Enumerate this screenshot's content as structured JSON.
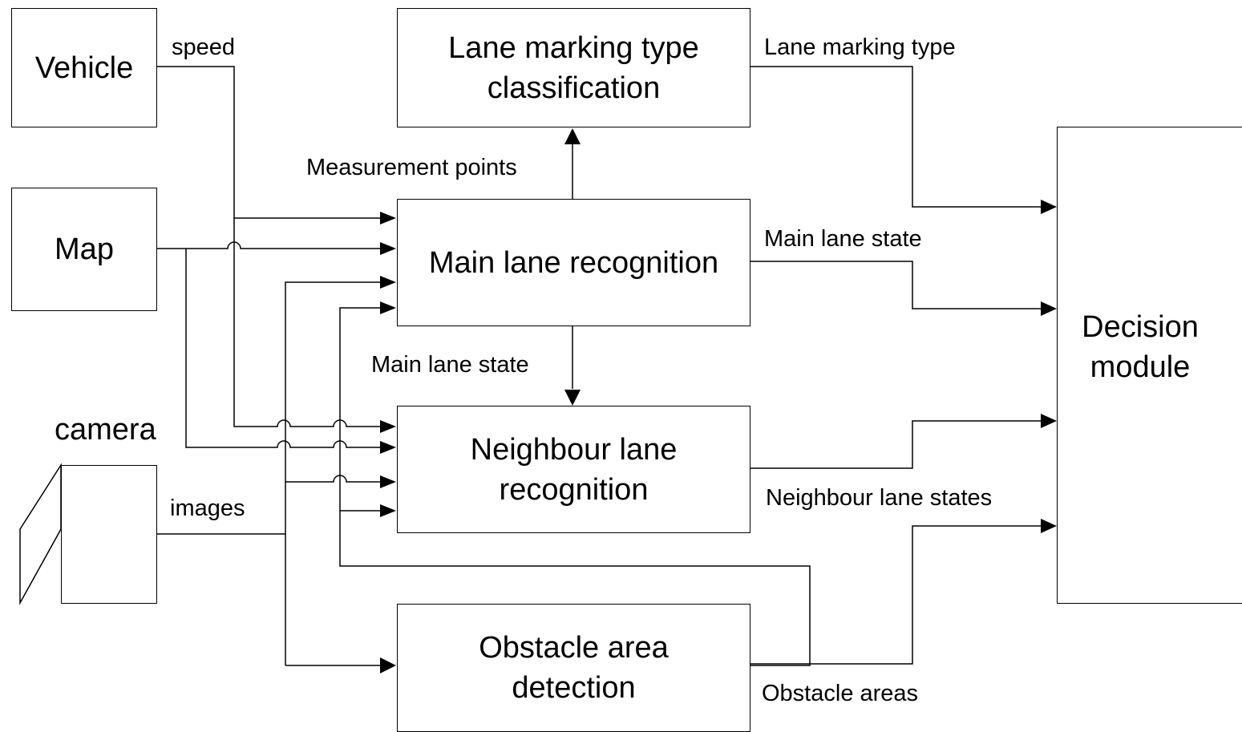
{
  "blocks": {
    "vehicle": "Vehicle",
    "map": "Map",
    "camera": "camera",
    "lane_marking": "Lane marking type\nclassification",
    "main_lane": "Main lane recognition",
    "neighbour_lane": "Neighbour lane\nrecognition",
    "obstacle": "Obstacle area\ndetection",
    "decision": "Decision\nmodule"
  },
  "signals": {
    "speed": "speed",
    "images": "images",
    "measurement_points": "Measurement points",
    "main_lane_state_down": "Main lane state",
    "lane_marking_type": "Lane marking type",
    "main_lane_state_out": "Main lane state",
    "neighbour_lane_states": "Neighbour lane states",
    "obstacle_areas": "Obstacle areas"
  }
}
